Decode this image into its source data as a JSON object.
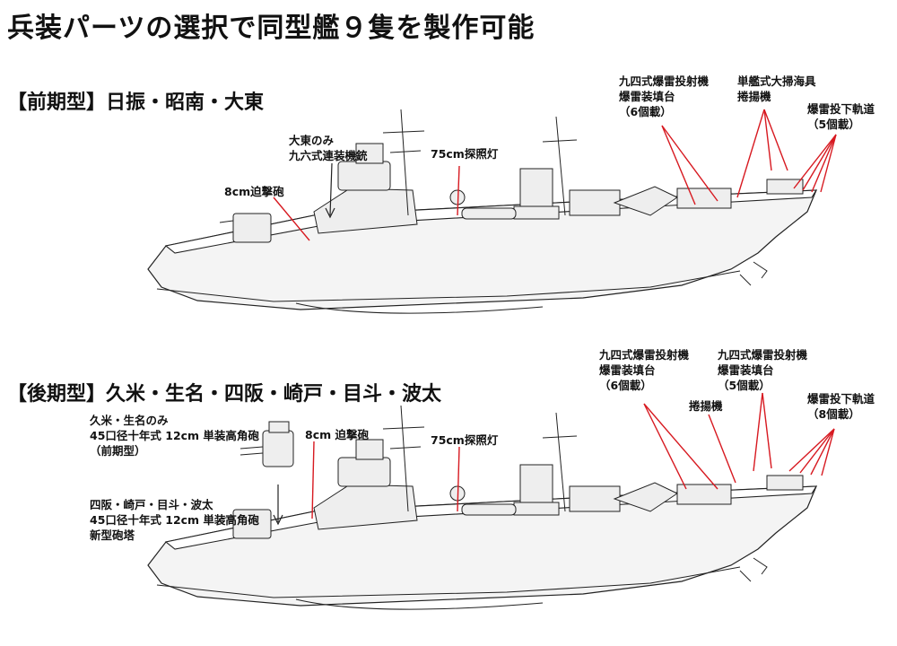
{
  "title": "兵装パーツの選択で同型艦９隻を製作可能",
  "early": {
    "heading": "【前期型】日振・昭南・大東",
    "labels": {
      "dt_line1": "大東のみ",
      "dt_line2": "九六式連装機銃",
      "mortar": "8cm迫撃砲",
      "searchlight": "75cm探照灯",
      "dc_line1": "九四式爆雷投射機",
      "dc_line2": "爆雷装填台",
      "dc_line3": "（6個載）",
      "sweep_line1": "単艦式大掃海具",
      "sweep_line2": "捲揚機",
      "rail_line1": "爆雷投下軌道",
      "rail_line2": "（5個載）"
    }
  },
  "late": {
    "heading": "【後期型】久米・生名・四阪・崎戸・目斗・波太",
    "labels": {
      "gun_a_line1": "久米・生名のみ",
      "gun_a_line2": "45口径十年式 12cm 単装高角砲",
      "gun_a_line3": "（前期型）",
      "mortar": "8cm 迫撃砲",
      "searchlight": "75cm探照灯",
      "gun_b_line1": "四阪・崎戸・目斗・波太",
      "gun_b_line2": "45口径十年式 12cm 単装高角砲",
      "gun_b_line3": "新型砲塔",
      "dc1_line1": "九四式爆雷投射機",
      "dc1_line2": "爆雷装填台",
      "dc1_line3": "（6個載）",
      "dc2_line1": "九四式爆雷投射機",
      "dc2_line2": "爆雷装填台",
      "dc2_line3": "（5個載）",
      "winch": "捲揚機",
      "rail_line1": "爆雷投下軌道",
      "rail_line2": "（8個載）"
    }
  }
}
